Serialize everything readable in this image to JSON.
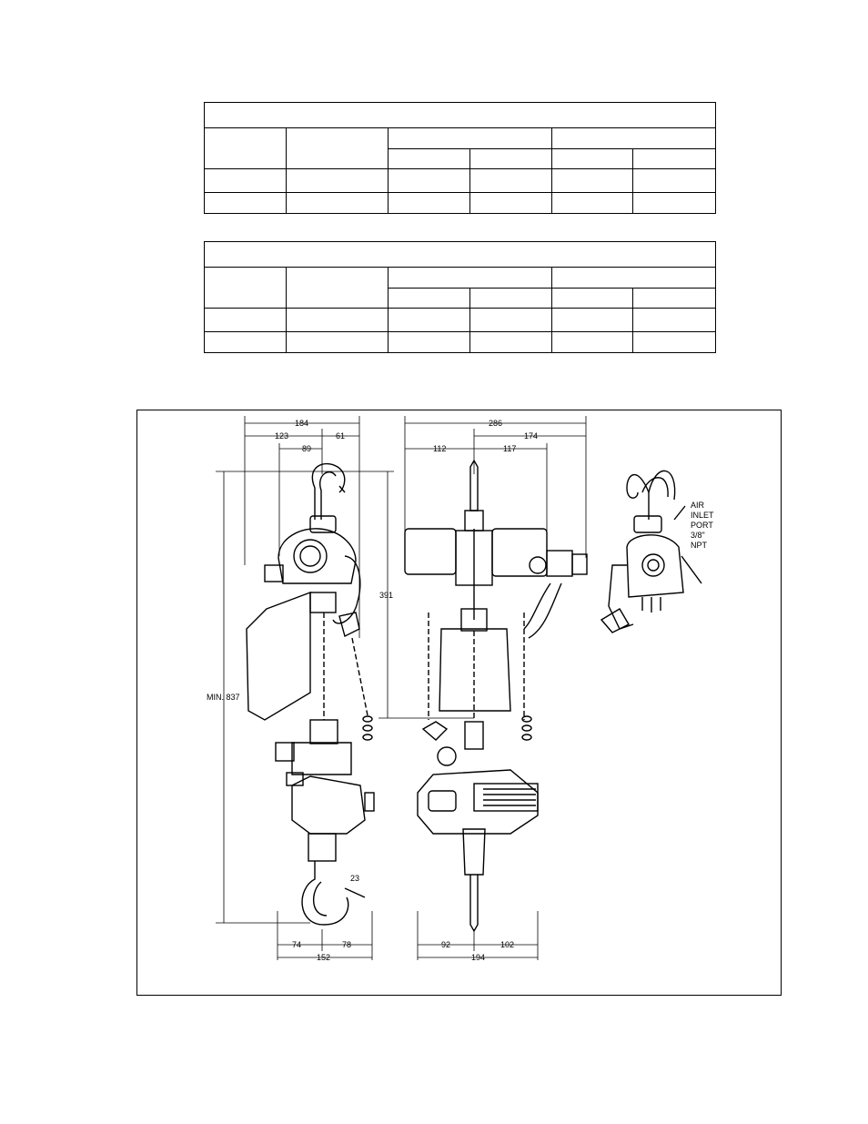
{
  "tables": [
    {
      "title": "",
      "header": [
        "",
        "",
        "",
        ""
      ],
      "subheader": [
        "",
        "",
        "",
        ""
      ],
      "rows": [
        [
          "",
          "",
          "",
          "",
          "",
          ""
        ],
        [
          "",
          "",
          "",
          "",
          "",
          ""
        ]
      ]
    },
    {
      "title": "",
      "header": [
        "",
        "",
        "",
        ""
      ],
      "subheader": [
        "",
        "",
        "",
        ""
      ],
      "rows": [
        [
          "",
          "",
          "",
          "",
          "",
          ""
        ],
        [
          "",
          "",
          "",
          "",
          "",
          ""
        ]
      ]
    }
  ],
  "drawing": {
    "dims": {
      "d184": "184",
      "d123": "123",
      "d89": "89",
      "d61": "61",
      "d286": "286",
      "d174": "174",
      "d112": "112",
      "d117": "117",
      "d391": "391",
      "min837": "MIN. 837",
      "d23": "23",
      "d74": "74",
      "d78": "78",
      "d152": "152",
      "d92": "92",
      "d102": "102",
      "d194": "194"
    },
    "air_inlet": [
      "AIR",
      "INLET",
      "PORT",
      "3/8\"",
      "NPT"
    ]
  }
}
